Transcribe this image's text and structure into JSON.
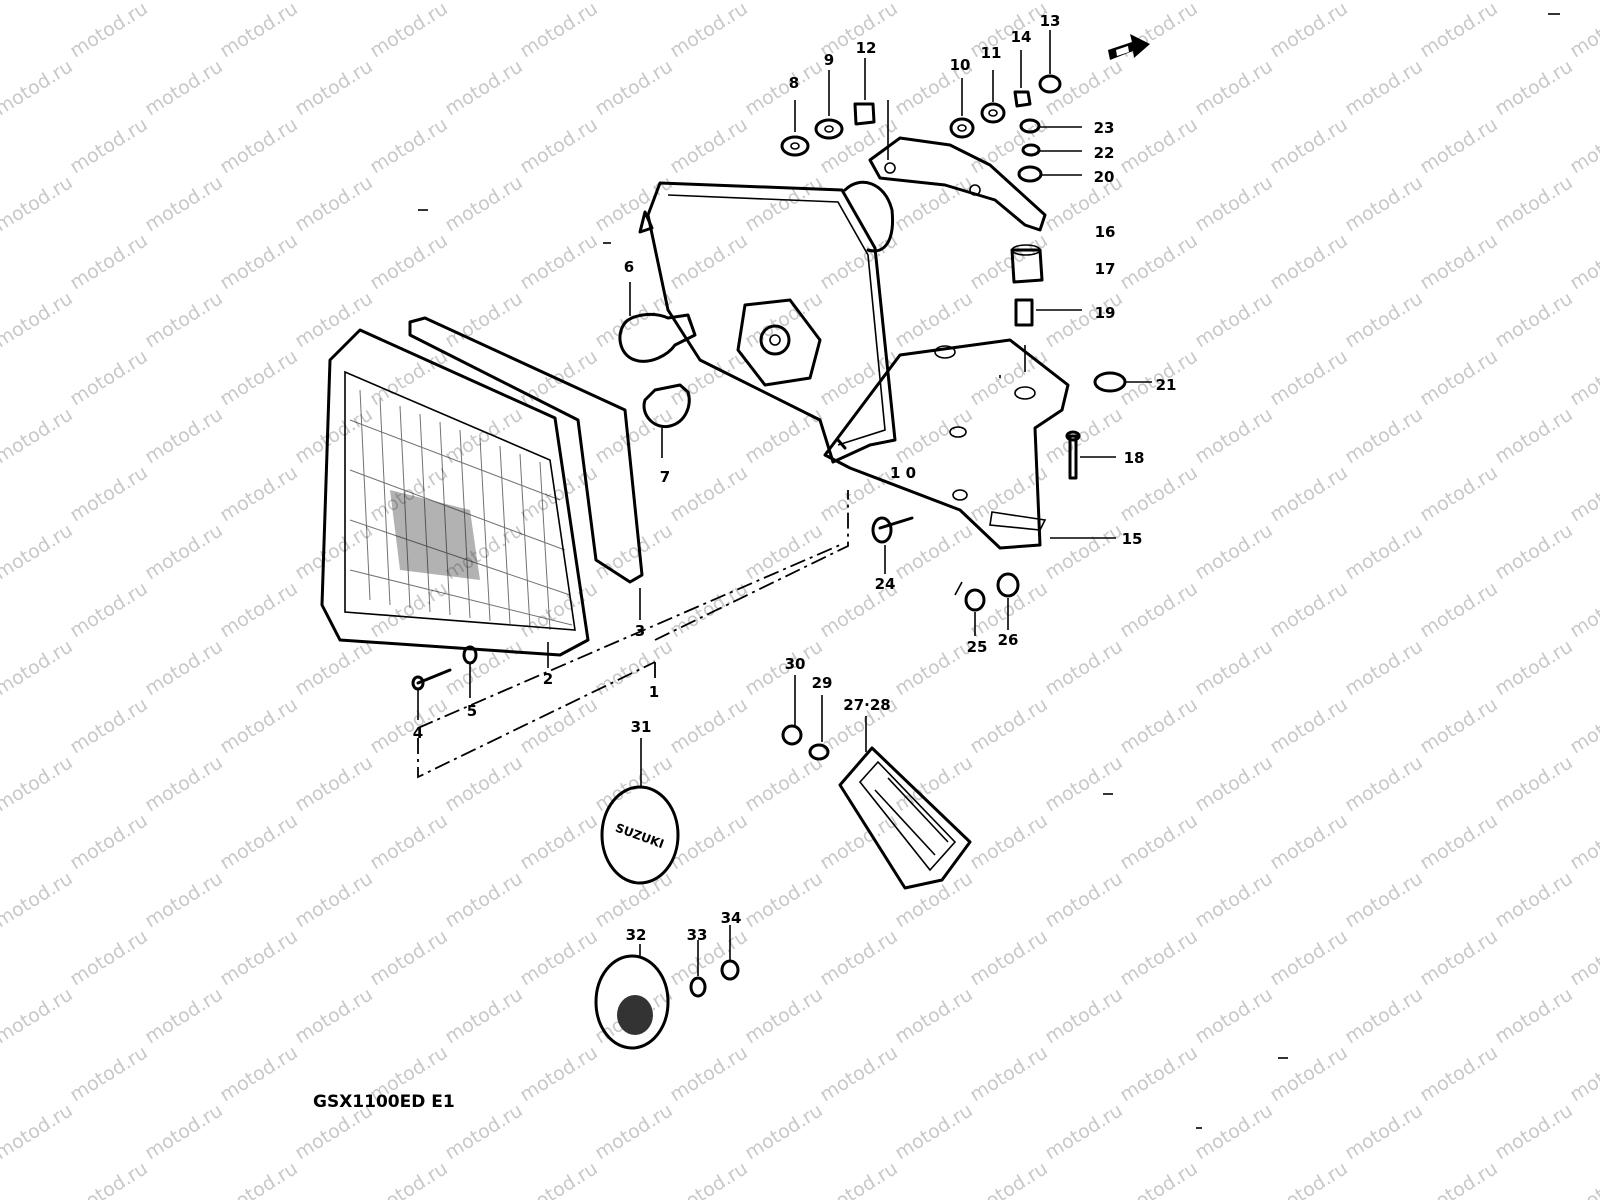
{
  "watermark": "motod.ru",
  "model_caption": "GSX1100ED E1",
  "callouts": {
    "c1": "1",
    "c2": "2",
    "c3": "3",
    "c4": "4",
    "c5": "5",
    "c6": "6",
    "c7": "7",
    "c8": "8",
    "c9": "9",
    "c10": "10",
    "c11": "11",
    "c12": "12",
    "c13": "13",
    "c14": "14",
    "c15": "15",
    "c16": "16",
    "c17": "17",
    "c18": "18",
    "c19": "19",
    "c20": "20",
    "c21": "21",
    "c22": "22",
    "c23": "23",
    "c24": "24",
    "c25": "25",
    "c26": "26",
    "c27_28": "27·28",
    "c29": "29",
    "c30": "30",
    "c31": "31",
    "c32": "32",
    "c33": "33",
    "c34": "34"
  },
  "emblem_text": "SUZUKI",
  "icons": {
    "front_arrow": "arrow-right-icon"
  }
}
